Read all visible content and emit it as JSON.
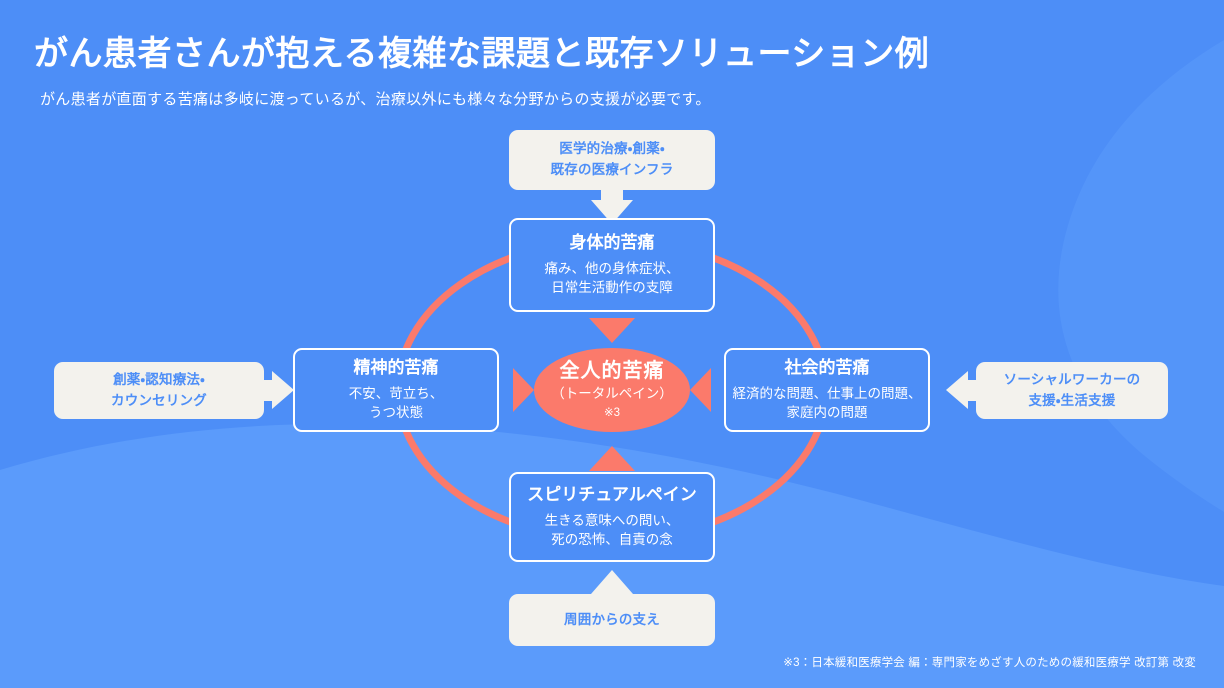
{
  "header": {
    "title": "がん患者さんが抱える複雑な課題と既存ソリューション例",
    "subtitle": "がん患者が直面する苦痛は多岐に渡っているが、治療以外にも様々な分野からの支援が必要です。"
  },
  "center": {
    "main": "全人的苦痛",
    "sub": "（トータルペイン）",
    "note": "※3"
  },
  "pains": {
    "physical": {
      "title": "身体的苦痛",
      "desc_line1": "痛み、他の身体症状、",
      "desc_line2": "日常生活動作の支障"
    },
    "mental": {
      "title": "精神的苦痛",
      "desc_line1": "不安、苛立ち、",
      "desc_line2": "うつ状態"
    },
    "social": {
      "title": "社会的苦痛",
      "desc_line1": "経済的な問題、仕事上の問題、",
      "desc_line2": "家庭内の問題"
    },
    "spiritual": {
      "title": "スピリチュアルペイン",
      "desc_line1": "生きる意味への問い、",
      "desc_line2": "死の恐怖、自責の念"
    }
  },
  "solutions": {
    "top": {
      "line1": "医学的治療・創薬・",
      "line2": "既存の医療インフラ"
    },
    "left": {
      "line1": "創薬・認知療法・",
      "line2": "カウンセリング"
    },
    "right": {
      "line1": "ソーシャルワーカーの",
      "line2": "支援・生活支援"
    },
    "bottom": {
      "line1": "周囲からの支え",
      "line2": ""
    }
  },
  "footnote": "※3：日本緩和医療学会 編：専門家をめざす人のための緩和医療学 改訂第 改変",
  "colors": {
    "background_blue": "#4d8ef7",
    "wave_blue": "#5b9bfb",
    "coral": "#fb7a6b",
    "cream": "#f3f2ed",
    "white": "#ffffff"
  },
  "icons": {
    "arrow_down": "arrow-down-icon",
    "arrow_up": "arrow-up-icon",
    "arrow_right": "arrow-right-icon",
    "arrow_left": "arrow-left-icon",
    "triangle_inward": "triangle-inward-icon",
    "ring": "ellipse-ring-icon"
  }
}
